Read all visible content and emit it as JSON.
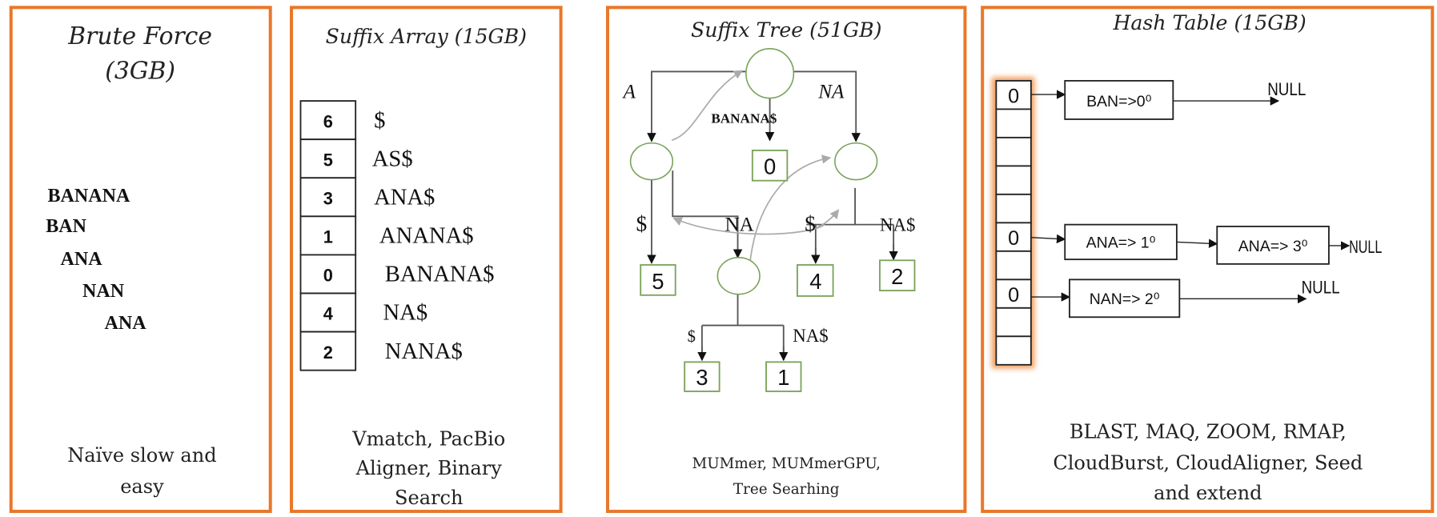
{
  "colors": {
    "panel_border": "#E8782A",
    "tree_node": "#7aa35a",
    "suffix_link": "#aaaaaa"
  },
  "brute_force": {
    "title_line1": "Brute Force",
    "title_line2": "(3GB)",
    "strings": [
      "BANANA",
      "BAN",
      "ANA",
      "NAN",
      "ANA"
    ],
    "caption_line1": "Naïve slow and",
    "caption_line2": "easy"
  },
  "suffix_array": {
    "title": "Suffix Array (15GB)",
    "rows": [
      {
        "index": "6",
        "suffix": "$"
      },
      {
        "index": "5",
        "suffix": "AS$"
      },
      {
        "index": "3",
        "suffix": "ANA$"
      },
      {
        "index": "1",
        "suffix": "ANANA$"
      },
      {
        "index": "0",
        "suffix": "BANANA$"
      },
      {
        "index": "4",
        "suffix": "NA$"
      },
      {
        "index": "2",
        "suffix": "NANA$"
      }
    ],
    "caption_line1": "Vmatch, PacBio",
    "caption_line2": "Aligner, Binary",
    "caption_line3": "Search"
  },
  "suffix_tree": {
    "title": "Suffix Tree (51GB)",
    "edge_labels": {
      "root_left": "A",
      "root_right": "NA",
      "root_mid": "BANANA$",
      "left_leaf": "$",
      "left_mid": "NA",
      "right_left": "$",
      "right_right": "NA$",
      "mid_left": "$",
      "mid_right": "NA$"
    },
    "leaves": {
      "root": "0",
      "left": "5",
      "right_a": "4",
      "right_b": "2",
      "mid_a": "3",
      "mid_b": "1"
    },
    "caption_line1": "MUMmer, MUMmerGPU,",
    "caption_line2": "Tree Searhing"
  },
  "hash_table": {
    "title": "Hash Table (15GB)",
    "buckets": [
      "0",
      "",
      "",
      "",
      "",
      "0",
      "",
      "0",
      "",
      ""
    ],
    "entries": {
      "ban": "BAN=>0⁰",
      "ana1": "ANA=> 1⁰",
      "ana3": "ANA=> 3⁰",
      "nan": "NAN=> 2⁰"
    },
    "null_label": "NULL",
    "caption_line1": "BLAST, MAQ, ZOOM, RMAP,",
    "caption_line2": "CloudBurst, CloudAligner, Seed",
    "caption_line3": "and extend"
  }
}
